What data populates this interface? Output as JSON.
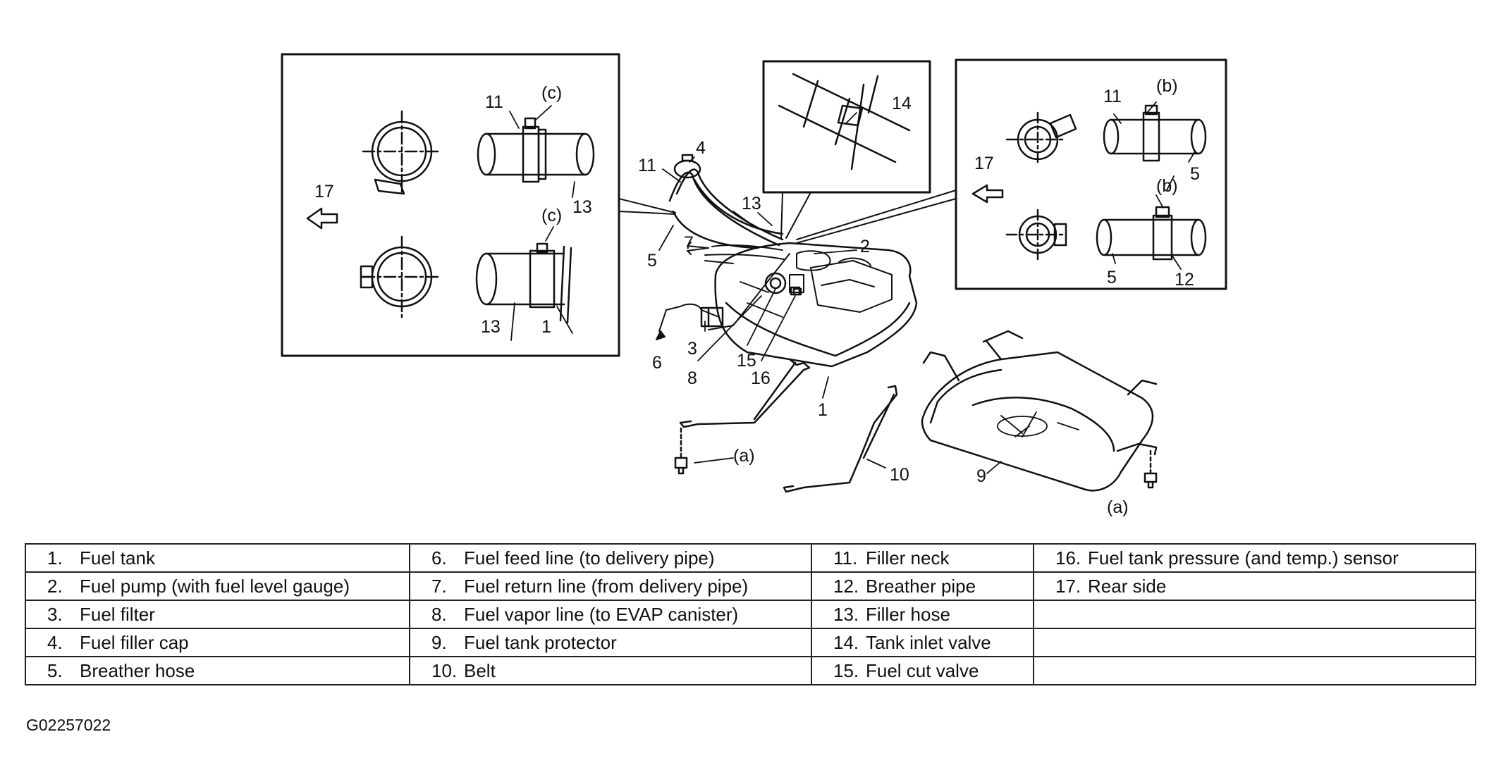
{
  "legend": [
    [
      "1.",
      "Fuel tank",
      "6.",
      "Fuel feed line (to delivery pipe)",
      "11.",
      "Filler neck",
      "16.",
      "Fuel tank pressure (and temp.) sensor"
    ],
    [
      "2.",
      "Fuel pump (with fuel level gauge)",
      "7.",
      "Fuel return line (from delivery pipe)",
      "12.",
      "Breather pipe",
      "17.",
      "Rear side"
    ],
    [
      "3.",
      "Fuel filter",
      "8.",
      "Fuel vapor line (to EVAP canister)",
      "13.",
      "Filler hose",
      "",
      ""
    ],
    [
      "4.",
      "Fuel filler cap",
      "9.",
      "Fuel tank protector",
      "14.",
      "Tank inlet valve",
      "",
      ""
    ],
    [
      "5.",
      "Breather hose",
      "10.",
      "Belt",
      "15.",
      "Fuel cut valve",
      "",
      ""
    ]
  ],
  "figure_code": "G02257022",
  "callouts": {
    "n1": "1",
    "n2": "2",
    "n3": "3",
    "n4": "4",
    "n5": "5",
    "n6": "6",
    "n7": "7",
    "n8": "8",
    "n9": "9",
    "n10": "10",
    "n11": "11",
    "n12": "12",
    "n13": "13",
    "n14": "14",
    "n15": "15",
    "n16": "16",
    "n17": "17",
    "a": "(a)",
    "b": "(b)",
    "c": "(c)"
  }
}
